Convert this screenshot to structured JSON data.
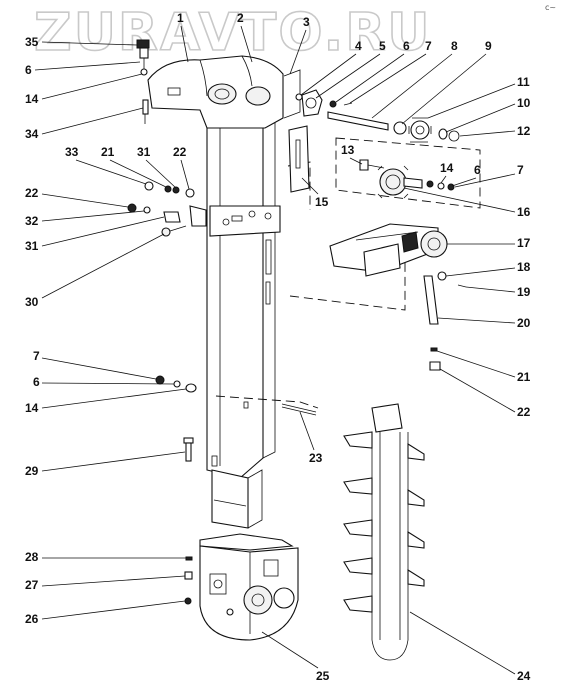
{
  "watermark": "ZURAVTO.RU",
  "corner_mark": "c~",
  "callouts": [
    "1",
    "2",
    "3",
    "4",
    "5",
    "6",
    "7",
    "8",
    "9",
    "11",
    "10",
    "12",
    "35",
    "6",
    "14",
    "34",
    "33",
    "21",
    "31",
    "22",
    "13",
    "14",
    "6",
    "7",
    "15",
    "16",
    "22",
    "32",
    "31",
    "30",
    "17",
    "18",
    "19",
    "20",
    "7",
    "6",
    "14",
    "21",
    "22",
    "23",
    "29",
    "28",
    "27",
    "26",
    "25",
    "24"
  ]
}
